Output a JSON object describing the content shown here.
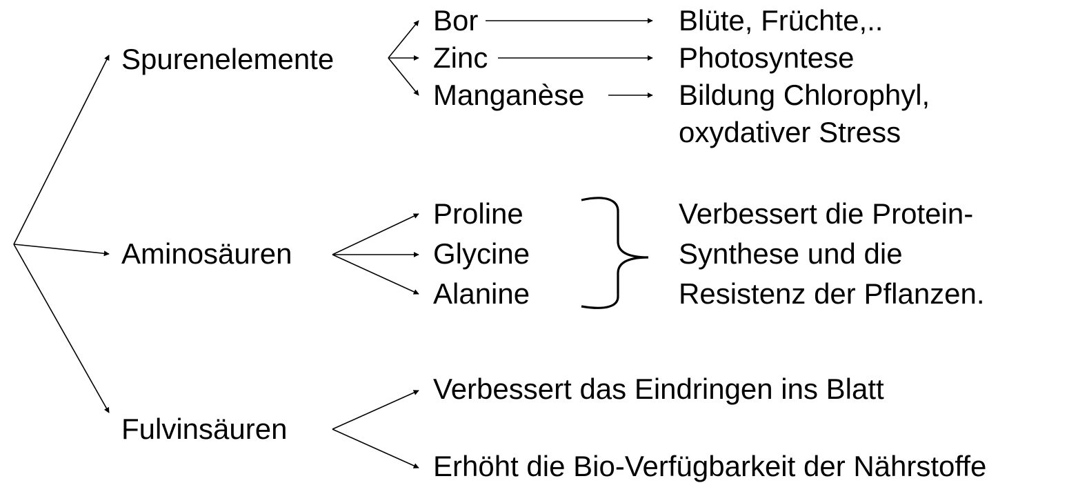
{
  "diagram": {
    "categories": {
      "spurenelemente": {
        "label": "Spurenelemente",
        "items": [
          {
            "name": "Bor",
            "effect": "Blüte, Früchte,.."
          },
          {
            "name": "Zinc",
            "effect": "Photosyntese"
          },
          {
            "name": "Manganèse",
            "effect_lines": [
              "Bildung Chlorophyl,",
              "oxydativer Stress"
            ]
          }
        ]
      },
      "aminosaeuren": {
        "label": "Aminosäuren",
        "items": [
          "Proline",
          "Glycine",
          "Alanine"
        ],
        "effect_lines": [
          "Verbessert die Protein-",
          "Synthese und die",
          "Resistenz der Pflanzen."
        ]
      },
      "fulvinsaeuren": {
        "label": "Fulvinsäuren",
        "effects": [
          "Verbessert das Eindringen ins Blatt",
          "Erhöht die Bio-Verfügbarkeit der Nährstoffe"
        ]
      }
    }
  }
}
